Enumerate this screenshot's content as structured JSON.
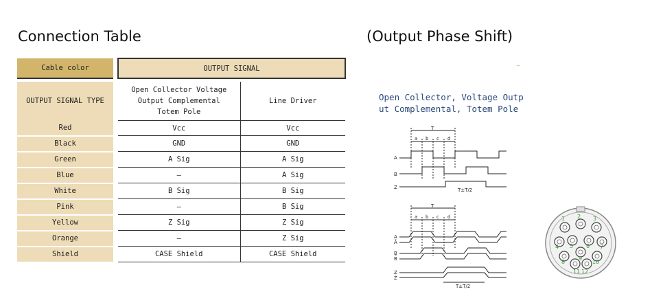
{
  "titles": {
    "connection_table": "Connection Table",
    "phase_shift": "(Output Phase Shift)"
  },
  "table": {
    "header_cable_color": "Cable color",
    "header_output_signal": "OUTPUT SIGNAL",
    "type_label": "OUTPUT SIGNAL TYPE",
    "type_col1_lines": [
      "Open Collector  Voltage",
      "Output  Complemental",
      "Totem Pole"
    ],
    "type_col2": "Line Driver",
    "rows": [
      {
        "color": "Red",
        "oc": "Vcc",
        "ld": "Vcc"
      },
      {
        "color": "Black",
        "oc": "GND",
        "ld": "GND"
      },
      {
        "color": "Green",
        "oc": "A Sig",
        "ld": "A Sig"
      },
      {
        "color": "Blue",
        "oc": "–",
        "ld": "A Sig"
      },
      {
        "color": "White",
        "oc": "B Sig",
        "ld": "B Sig"
      },
      {
        "color": "Pink",
        "oc": "–",
        "ld": "B Sig"
      },
      {
        "color": "Yellow",
        "oc": "Z Sig",
        "ld": "Z Sig"
      },
      {
        "color": "Orange",
        "oc": "–",
        "ld": "Z Sig"
      },
      {
        "color": "Shield",
        "oc": "CASE Shield",
        "ld": "CASE Shield"
      }
    ]
  },
  "phase": {
    "diagram_label": "Open Collector, Voltage Output  Complemental, Totem Pole",
    "period_label": "T",
    "segment_labels": [
      "a",
      "b",
      "c",
      "d"
    ],
    "z_width_label": "T±T/2",
    "top_signal_labels": [
      "A",
      "B",
      "Z"
    ],
    "bottom_signal_labels": [
      "A",
      "Ā",
      "B",
      "B̄",
      "Z",
      "Z̄"
    ]
  },
  "connector": {
    "pins": [
      "1",
      "2",
      "3",
      "4",
      "5",
      "6",
      "7",
      "8",
      "9",
      "10",
      "11",
      "12"
    ]
  },
  "colors": {
    "header_gold": "#d2b56a",
    "beige": "#eddcb7",
    "pin_label_green": "#3a9a3a",
    "diagram_label_blue": "#2a4a7a"
  }
}
